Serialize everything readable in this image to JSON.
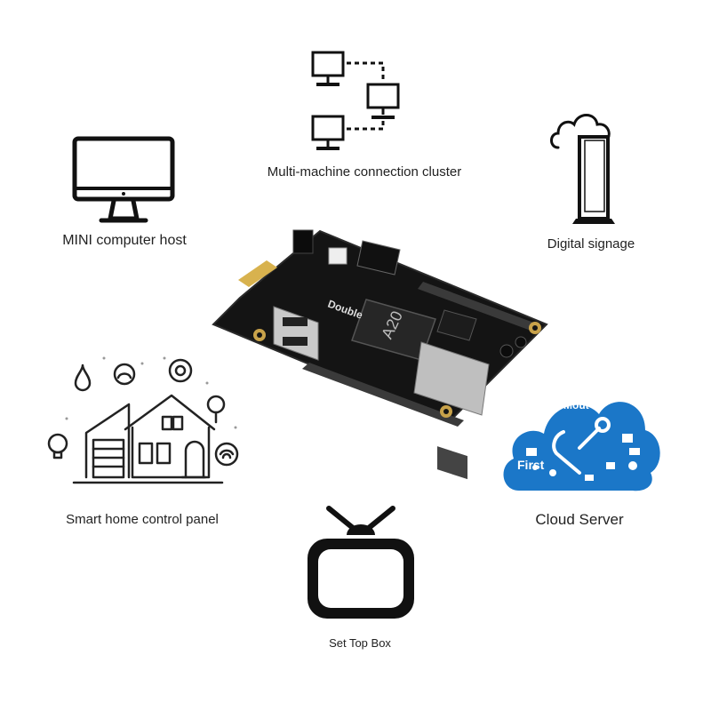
{
  "applications": {
    "mini_pc": {
      "label": "MINI computer host",
      "icon": "monitor-icon"
    },
    "cluster": {
      "label": "Multi-machine connection cluster",
      "icon": "network-cluster-icon"
    },
    "signage": {
      "label": "Digital signage",
      "icon": "signage-kiosk-icon"
    },
    "smart_home": {
      "label": "Smart home control panel",
      "icon": "smart-home-icon"
    },
    "cloud": {
      "label": "Cloud Server",
      "icon": "cloud-server-icon",
      "tags": [
        "Mout",
        "First"
      ]
    },
    "settop": {
      "label": "Set Top Box",
      "icon": "tv-icon"
    }
  },
  "board": {
    "chip_label": "A20",
    "silk_label": "Double",
    "icon": "dev-board-image"
  },
  "colors": {
    "icon_dark": "#111111",
    "cloud_blue": "#1b77c8",
    "board_black": "#141414",
    "gold": "#c8a24a"
  }
}
